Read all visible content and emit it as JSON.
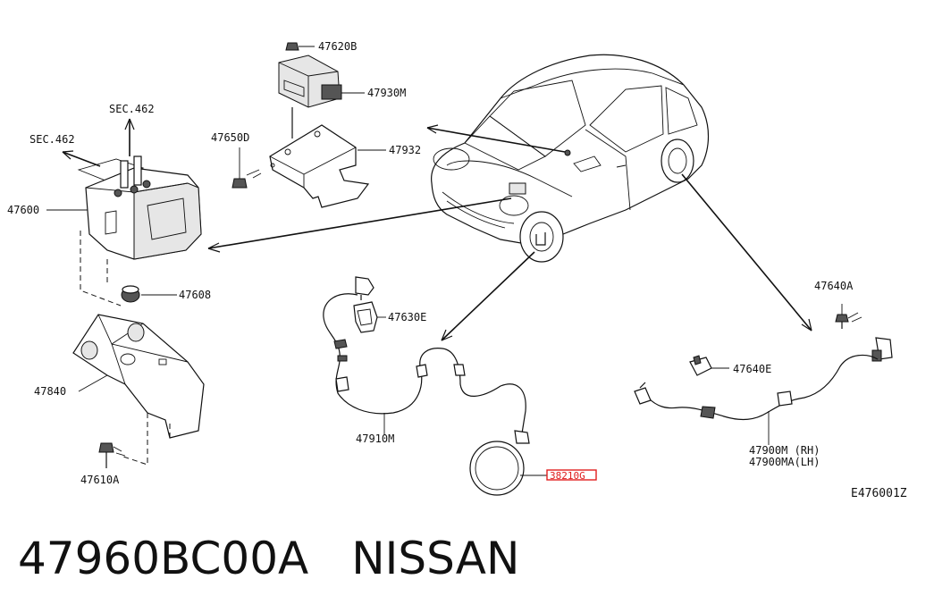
{
  "diagram": {
    "labels": {
      "p47620B": "47620B",
      "p47930M": "47930M",
      "p47932": "47932",
      "p47650D": "47650D",
      "sec462_top": "SEC.462",
      "sec462_left": "SEC.462",
      "p47600": "47600",
      "p47608": "47608",
      "p47840": "47840",
      "p47610A": "47610A",
      "p47630E": "47630E",
      "p47910M": "47910M",
      "p38210G": "38210G",
      "p47640A": "47640A",
      "p47640E": "47640E",
      "p47900M": "47900M (RH)",
      "p47900MA": "47900MA(LH)",
      "drawing_no": "E476001Z"
    },
    "highlight_color": "#e02020"
  },
  "caption": {
    "part_number": "47960BC00A",
    "brand": "NISSAN"
  }
}
